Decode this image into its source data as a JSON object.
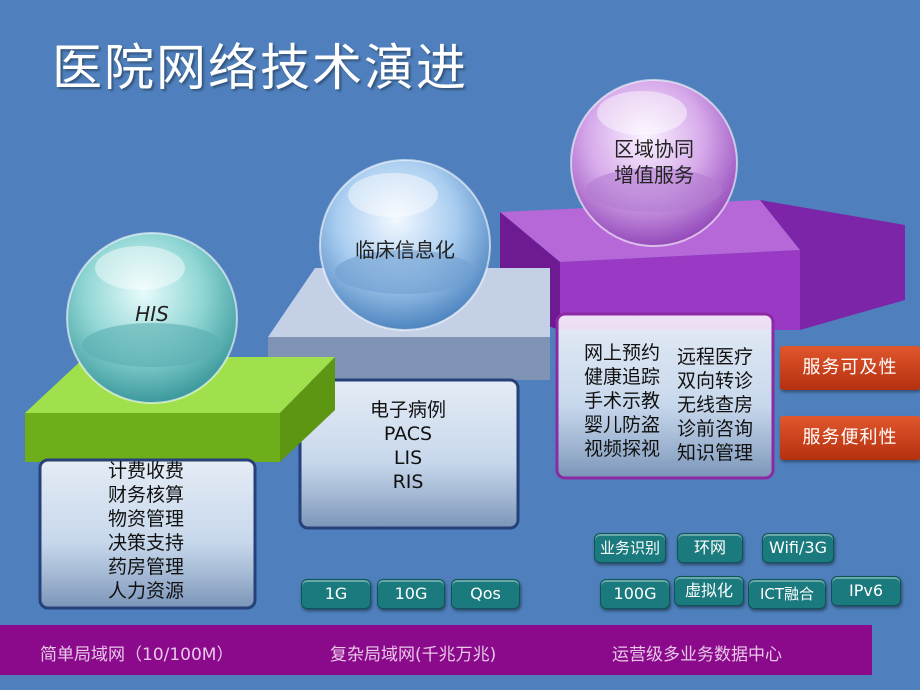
{
  "title": "医院网络技术演进",
  "stages": [
    {
      "label": "HIS",
      "items": [
        "计费收费",
        "财务核算",
        "物资管理",
        "决策支持",
        "药房管理",
        "人力资源"
      ]
    },
    {
      "label": "临床信息化",
      "items": [
        "电子病例",
        "PACS",
        "LIS",
        "RIS"
      ]
    },
    {
      "label_lines": [
        "区域协同",
        "增值服务"
      ],
      "items_left": [
        "网上预约",
        "健康追踪",
        "手术示教",
        "婴儿防盗",
        "视频探视"
      ],
      "items_right": [
        "远程医疗",
        "双向转诊",
        "无线查房",
        "诊前咨询",
        "知识管理"
      ]
    }
  ],
  "service_buttons": [
    "服务可及性",
    "服务便利性"
  ],
  "tags_mid": [
    "1G",
    "10G",
    "Qos"
  ],
  "tags_right_row1": [
    "业务识别",
    "环网",
    "Wifi/3G"
  ],
  "tags_right_row2": [
    "100G",
    "虚拟化",
    "ICT融合",
    "IPv6"
  ],
  "bottom_bar": [
    "简单局域网（10/100M）",
    "复杂局域网(千兆万兆)",
    "运营级多业务数据中心"
  ],
  "colors": {
    "background": "#4f80bd",
    "step1": "#7bc81e",
    "step2": "#8fa4c6",
    "step3": "#a03ec9",
    "bar": "#8b0a8b",
    "pill": "#1b7a7d",
    "button": "#c8401c"
  }
}
